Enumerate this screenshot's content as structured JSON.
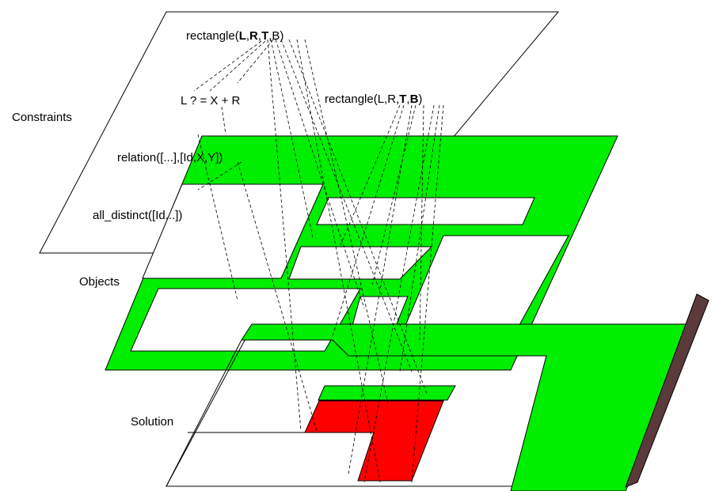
{
  "colors": {
    "objects_fill": "#00ee00",
    "solution_fill": "#ff0000",
    "edge_fill": "#5a3a3a",
    "background": "#ffffff"
  },
  "labels": {
    "constraints": "Constraints",
    "objects": "Objects",
    "solution": "Solution"
  },
  "constraints": {
    "rect1": {
      "prefix": "rectangle(",
      "L": "L",
      "c1": ",",
      "R": "R",
      "c2": ",",
      "T": "T",
      "c3": ",",
      "B": "B",
      "suffix": ")"
    },
    "rect2": {
      "prefix": "rectangle(",
      "L": "L",
      "c1": ",",
      "R": "R",
      "c2": ",",
      "T": "T",
      "c3": ",",
      "B": "B",
      "suffix": ")"
    },
    "equation": "L ? = X + R",
    "relation": "relation([...],[Id,X,Y])",
    "all_distinct": "all_distinct([Id...])"
  }
}
